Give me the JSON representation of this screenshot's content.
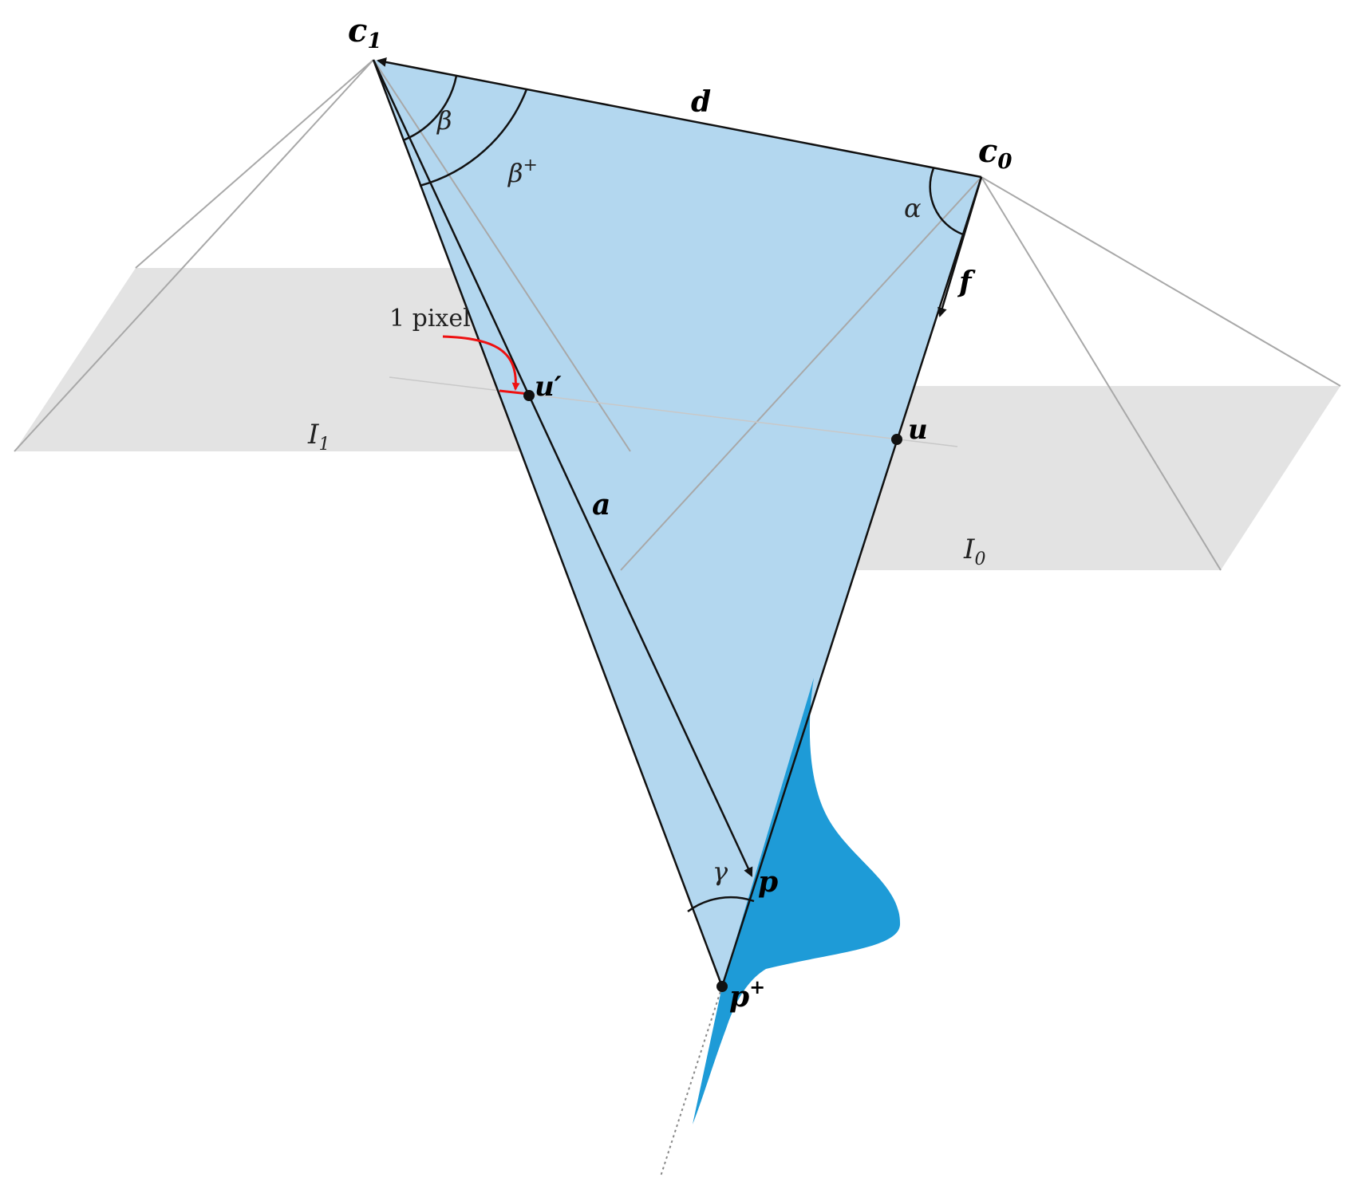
{
  "labels": {
    "c1": "c",
    "c1_sub": "1",
    "c0": "c",
    "c0_sub": "0",
    "d": "d",
    "f": "f",
    "a": "a",
    "u": "u",
    "u_prime": "u′",
    "p": "p",
    "p_plus": "p",
    "p_plus_sup": "+",
    "beta": "β",
    "beta_plus": "β",
    "beta_plus_sup": "+",
    "alpha": "α",
    "gamma": "γ",
    "i1": "I",
    "i1_sub": "1",
    "i0": "I",
    "i0_sub": "0",
    "one_pixel": "1 pixel"
  },
  "colors": {
    "triangle_fill": "#b3d7ef",
    "distribution_fill": "#1e9bd7",
    "plane_fill": "#e3e3e3",
    "frustum_stroke": "#a8a8a8",
    "line": "#111111",
    "pixel_marker": "#ee1111"
  }
}
